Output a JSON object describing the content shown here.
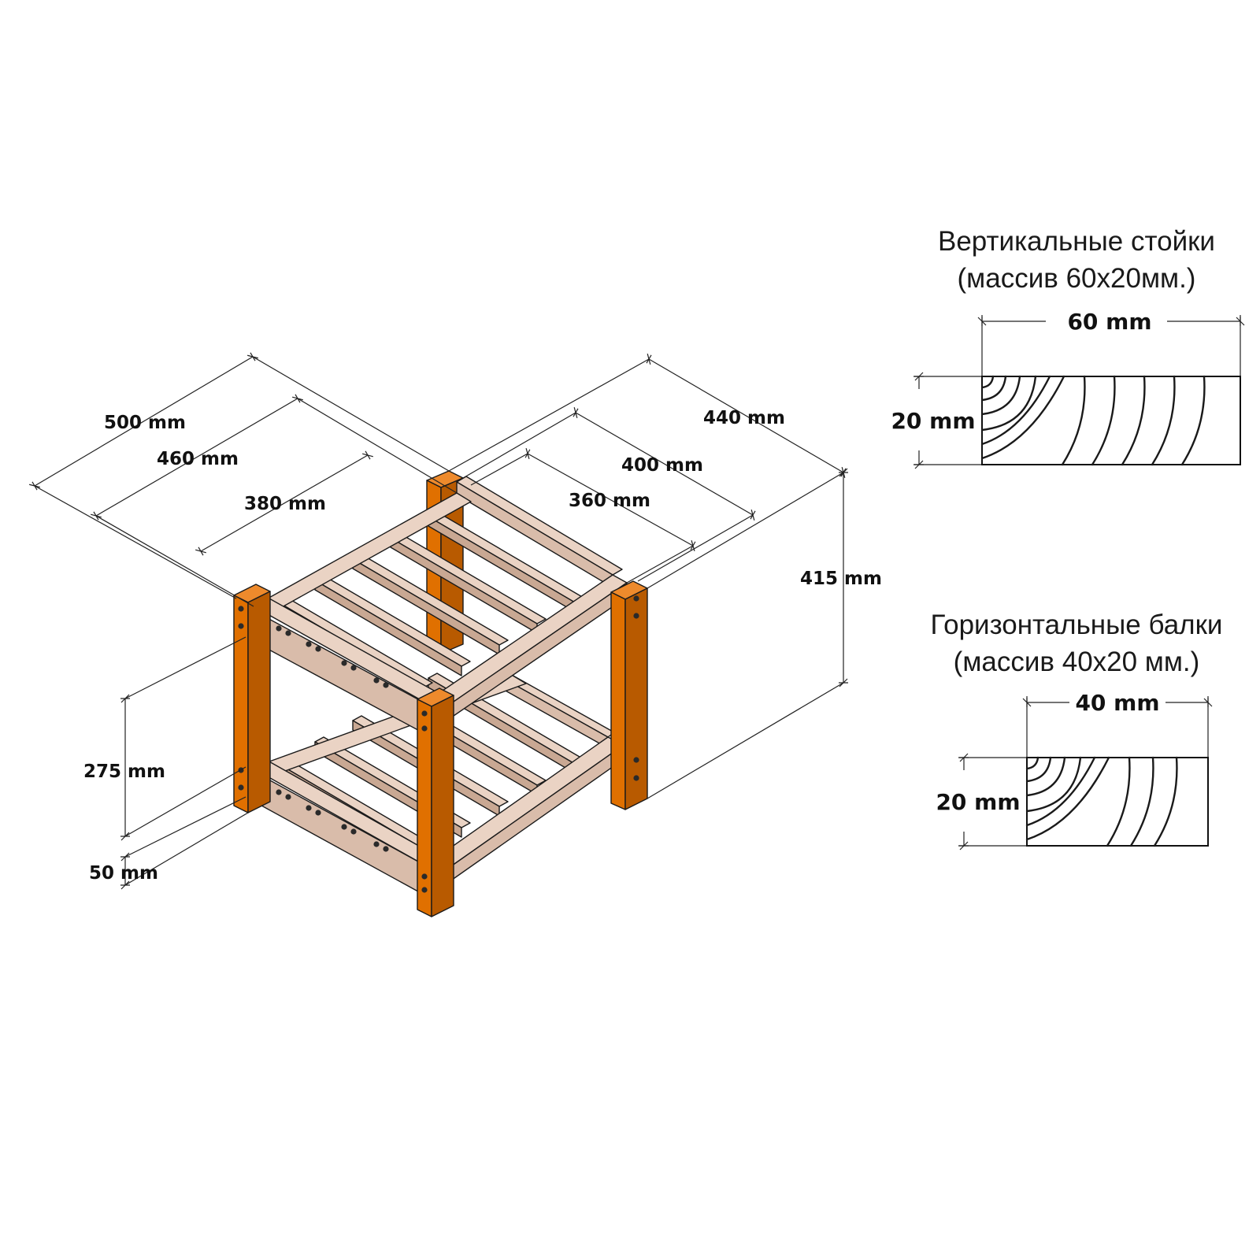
{
  "colors": {
    "post_front": "#E07000",
    "post_side": "#B85A00",
    "post_top": "#EE8A2C",
    "beam_top": "#EAD3C4",
    "beam_front": "#D9BCAA",
    "beam_shadow": "#C9A893",
    "screw": "#2a2a2a",
    "line": "#1a1a1a"
  },
  "dimensions": {
    "d500": "500 mm",
    "d460": "460 mm",
    "d380": "380 mm",
    "d440": "440 mm",
    "d400": "400 mm",
    "d360": "360 mm",
    "d415": "415 mm",
    "d275": "275 mm",
    "d50": "50 mm"
  },
  "posts_section": {
    "title_line1": "Вертикальные стойки",
    "title_line2": "(массив 60x20мм.)",
    "width_label": "60 mm",
    "height_label": "20 mm"
  },
  "beams_section": {
    "title_line1": "Горизонтальные балки",
    "title_line2": "(массив 40x20 мм.)",
    "width_label": "40 mm",
    "height_label": "20 mm"
  }
}
